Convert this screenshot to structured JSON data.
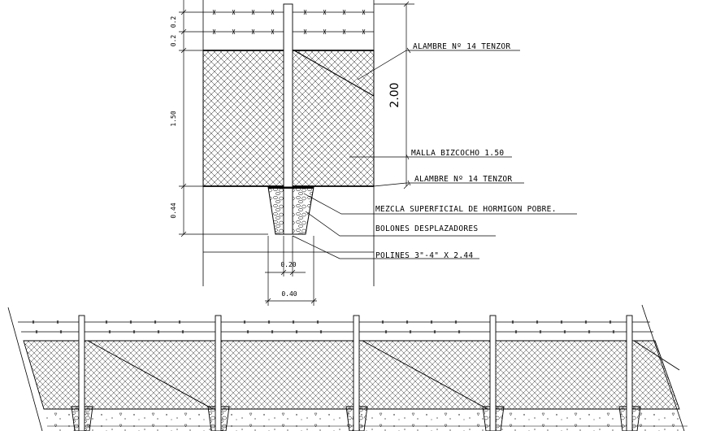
{
  "labels": {
    "alambre_top": "ALAMBRE Nº 14 TENZOR",
    "malla": "MALLA BIZCOCHO 1.50",
    "alambre_bottom": "ALAMBRE Nº 14 TENZOR",
    "mezcla": "MEZCLA SUPERFICIAL DE HORMIGON POBRE.",
    "bolones": "BOLONES DESPLAZADORES",
    "polines": "POLINES 3\"-4\" X 2.44"
  },
  "dimensions": {
    "top_1": "0.2",
    "top_2": "0.2",
    "mesh_height": "1.50",
    "footing_depth": "0.44",
    "total_height": "2.00",
    "post_width": "0.20",
    "footing_width": "0.40"
  }
}
